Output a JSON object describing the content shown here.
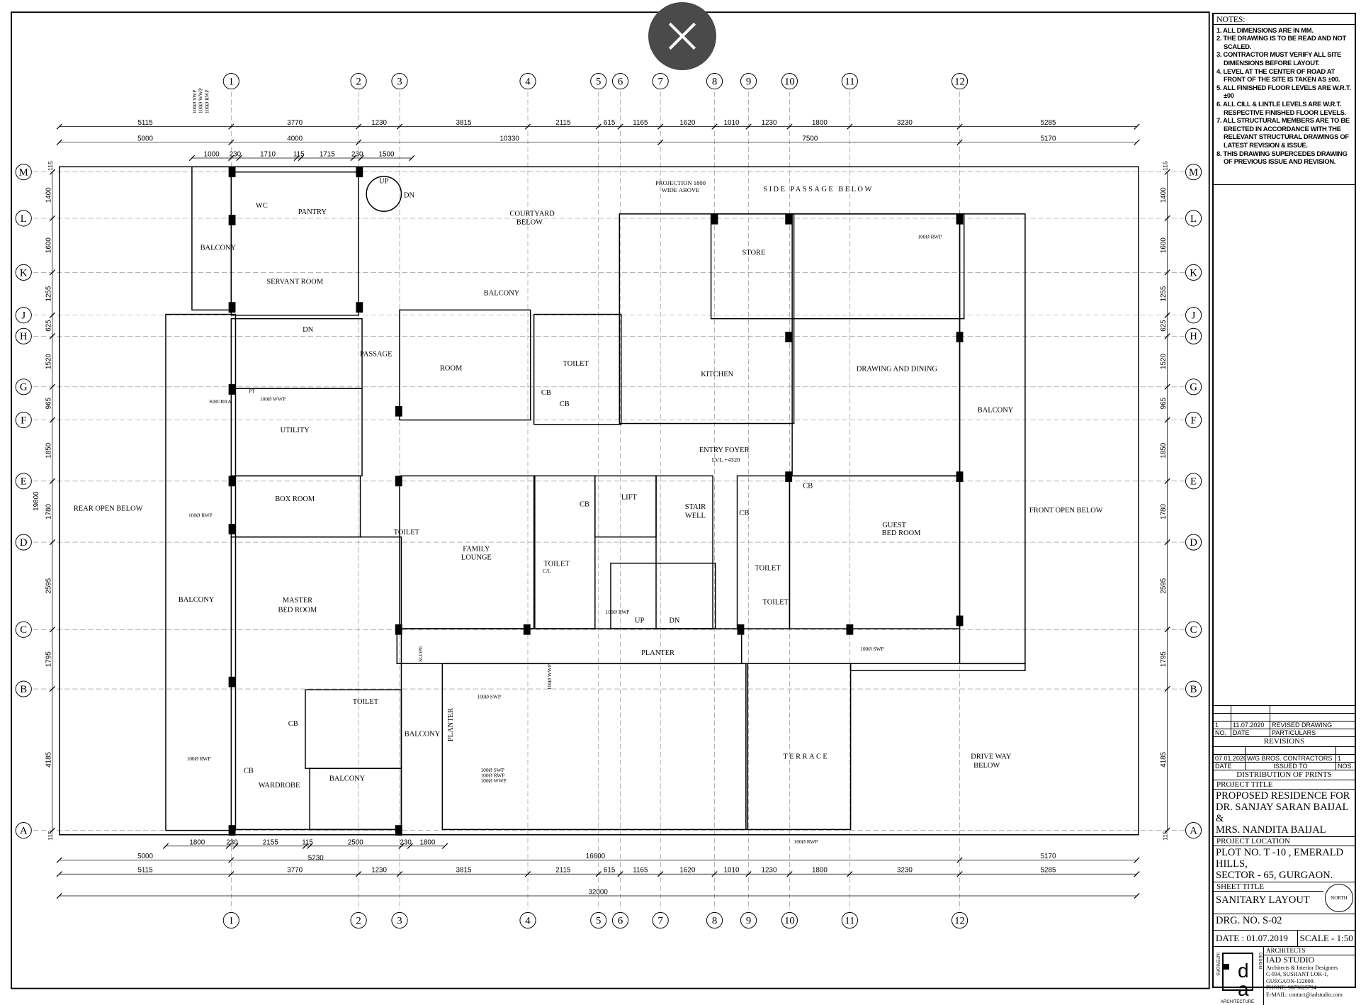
{
  "overlay": {
    "close_icon": "close-icon"
  },
  "grid": {
    "columns": [
      "1",
      "2",
      "3",
      "4",
      "5",
      "6",
      "7",
      "8",
      "9",
      "10",
      "11",
      "12"
    ],
    "rows": [
      "M",
      "L",
      "K",
      "J",
      "H",
      "G",
      "F",
      "E",
      "D",
      "C",
      "B",
      "A"
    ]
  },
  "dimensions": {
    "top_row_1": [
      "5115",
      "3770",
      "1230",
      "3815",
      "2115",
      "615",
      "1165",
      "1620",
      "1010",
      "1230",
      "1800",
      "3230",
      "5285"
    ],
    "top_row_2": [
      "5000",
      "4000",
      "10330",
      "7500",
      "5170"
    ],
    "top_row_3": [
      "1000",
      "230",
      "1710",
      "115",
      "1715",
      "230",
      "1500"
    ],
    "bottom_row_1": [
      "1800",
      "230",
      "2155",
      "115",
      "2500",
      "230",
      "1800",
      "5230"
    ],
    "bottom_row_2": [
      "5000",
      "16600",
      "5170"
    ],
    "bottom_row_3": [
      "5115",
      "3770",
      "1230",
      "3815",
      "2115",
      "615",
      "1165",
      "1620",
      "1010",
      "1230",
      "1800",
      "3230",
      "5285"
    ],
    "bottom_total": "32000",
    "left": [
      "1400",
      "1600",
      "1255",
      "625",
      "1520",
      "965",
      "1850",
      "1780",
      "2595",
      "1795",
      "4185"
    ],
    "left_total": "19800",
    "right": [
      "1400",
      "1600",
      "1255",
      "625",
      "1520",
      "965",
      "1850",
      "1780",
      "2595",
      "1795",
      "4185"
    ],
    "edge": "115"
  },
  "rooms": [
    "WC",
    "PANTRY",
    "BALCONY",
    "SERVANT ROOM",
    "COURTYARD",
    "BELOW",
    "PROJECTION 1800",
    "WIDE ABOVE",
    "SIDE PASSAGE BELOW",
    "STORE",
    "BALCONY",
    "PASSAGE",
    "ROOM",
    "TOILET",
    "KITCHEN",
    "DRAWING AND DINING",
    "UTILITY",
    "BALCONY",
    "ENTRY FOYER",
    "LVL +4320",
    "REAR OPEN BELOW",
    "BOX ROOM",
    "CB",
    "LIFT",
    "STAIR",
    "WELL",
    "CB",
    "GUEST",
    "BED ROOM",
    "FRONT OPEN BELOW",
    "FAMILY",
    "LOUNGE",
    "TOILET",
    "TOILET",
    "TOILET",
    "BALCONY",
    "MASTER",
    "BED ROOM",
    "BALCONY",
    "TOILET",
    "BALCONY",
    "PLANTER",
    "TERRACE",
    "DRIVE WAY",
    "BELOW",
    "CB",
    "WARDROBE",
    "TOILET",
    "CB",
    "CB",
    "CB",
    "CB",
    "DN",
    "UP",
    "DN",
    "UP",
    "DN"
  ],
  "pipes": [
    "100Ø SWP",
    "100Ø WWP",
    "100Ø RWP",
    "100Ø RWP",
    "100Ø WWP",
    "100Ø RWP",
    "100Ø RWP",
    "100Ø SWP",
    "100Ø WWP",
    "100Ø SWP",
    "100Ø RWP",
    "100Ø WWP",
    "100Ø SWP",
    "100Ø RWP",
    "100Ø RWP",
    "KHURRA",
    "PT",
    "C/L",
    "SLOPE"
  ],
  "notes": {
    "title": "NOTES:",
    "items": [
      "1. ALL DIMENSIONS ARE IN MM.",
      "2. THE DRAWING IS TO BE READ AND NOT SCALED.",
      "3. CONTRACTOR MUST VERIFY ALL SITE DIMENSIONS  BEFORE LAYOUT.",
      "4. LEVEL AT THE CENTER OF ROAD AT FRONT OF THE SITE IS TAKEN AS ±00.",
      "5. ALL FINISHED FLOOR LEVELS ARE W.R.T. ±00",
      "6. ALL CILL & LINTLE LEVELS ARE W.R.T. RESPECTIVE FINISHED FLOOR LEVELS.",
      "7. ALL STRUCTURAL MEMBERS ARE TO BE ERECTED IN  ACCORDANCE WITH THE RELEVANT STRUCTURAL  DRAWINGS OF LATEST REVISION & ISSUE.",
      "8. THIS DRAWING SUPERCEDES DRAWING OF PREVIOUS ISSUE AND REVISION."
    ]
  },
  "title_block": {
    "revision": {
      "no": "1",
      "date": "11.07.2020",
      "particulars": "REVISED DRAWING"
    },
    "rev_headers": {
      "no": "NO.",
      "date": "DATE",
      "particulars": "PARTICULARS"
    },
    "revisions_title": "REVISIONS",
    "print": {
      "date": "07.01.2020",
      "issued_to": "W/G BROS. CONTRACTORS",
      "nos": "1"
    },
    "print_headers": {
      "date": "DATE",
      "issued_to": "ISSUED TO",
      "nos": "NOS."
    },
    "distribution_title": "DISTRIBUTION OF PRINTS",
    "project_title_label": "PROJECT TITLE",
    "project_title": [
      "PROPOSED RESIDENCE  FOR",
      "DR. SANJAY SARAN BAIJAL &",
      "MRS. NANDITA BAIJAL"
    ],
    "project_location_label": "PROJECT LOCATION",
    "project_location": [
      "PLOT NO. T -10 , EMERALD HILLS,",
      "SECTOR - 65, GURGAON."
    ],
    "sheet_title_label": "SHEET TITLE",
    "sheet_title": "SANITARY LAYOUT",
    "north": "NORTH",
    "drg_no": "DRG. NO. S-02",
    "date": "DATE : 01.07.2019",
    "scale": "SCALE - 1:50",
    "architects_label": "ARCHITECTS",
    "studio": "IAD STUDIO",
    "studio_lines": [
      "Architects & Interior Designers",
      "C-934, SUSHANT LOK-1,",
      "GURGAON-122009.",
      "PHONE: 9873625794",
      "E-MAIL: contact@iadstudio.com"
    ],
    "logo_words": [
      "INTERIORS",
      "DESIGN",
      "ARCHITECTURE"
    ]
  }
}
